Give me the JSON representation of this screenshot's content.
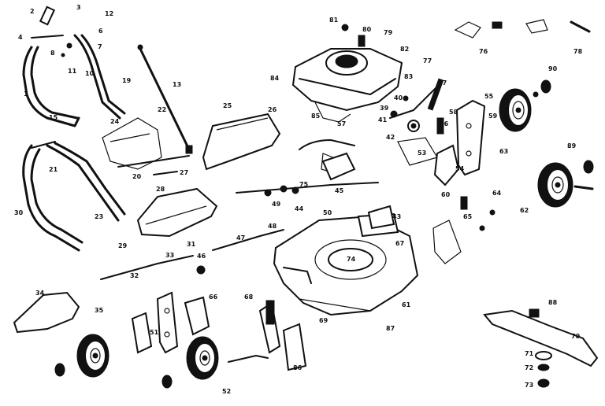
{
  "callouts": [
    {
      "id": "l-2",
      "text": "2"
    },
    {
      "id": "l-3",
      "text": "3"
    },
    {
      "id": "l-12",
      "text": "12"
    },
    {
      "id": "l-4",
      "text": "4"
    },
    {
      "id": "l-6",
      "text": "6"
    },
    {
      "id": "l-7",
      "text": "7"
    },
    {
      "id": "l-8",
      "text": "8"
    },
    {
      "id": "l-1",
      "text": "1"
    },
    {
      "id": "l-11",
      "text": "11"
    },
    {
      "id": "l-10",
      "text": "10"
    },
    {
      "id": "l-13",
      "text": "13"
    },
    {
      "id": "l-19",
      "text": "19"
    },
    {
      "id": "l-15",
      "text": "15"
    },
    {
      "id": "l-24",
      "text": "24"
    },
    {
      "id": "l-22",
      "text": "22"
    },
    {
      "id": "l-21",
      "text": "21"
    },
    {
      "id": "l-20",
      "text": "20"
    },
    {
      "id": "l-23",
      "text": "23"
    },
    {
      "id": "l-25",
      "text": "25"
    },
    {
      "id": "l-26",
      "text": "26"
    },
    {
      "id": "l-27",
      "text": "27"
    },
    {
      "id": "l-28",
      "text": "28"
    },
    {
      "id": "l-30",
      "text": "30"
    },
    {
      "id": "l-29",
      "text": "29"
    },
    {
      "id": "l-31",
      "text": "31"
    },
    {
      "id": "l-32",
      "text": "32"
    },
    {
      "id": "l-33",
      "text": "33"
    },
    {
      "id": "l-34",
      "text": "34"
    },
    {
      "id": "l-35",
      "text": "35"
    },
    {
      "id": "l-37",
      "text": "37"
    },
    {
      "id": "l-39",
      "text": "39"
    },
    {
      "id": "l-40",
      "text": "40"
    },
    {
      "id": "l-41",
      "text": "41"
    },
    {
      "id": "l-42",
      "text": "42"
    },
    {
      "id": "l-43",
      "text": "43"
    },
    {
      "id": "l-44",
      "text": "44"
    },
    {
      "id": "l-45",
      "text": "45"
    },
    {
      "id": "l-46",
      "text": "46"
    },
    {
      "id": "l-47",
      "text": "47"
    },
    {
      "id": "l-48",
      "text": "48"
    },
    {
      "id": "l-49",
      "text": "49"
    },
    {
      "id": "l-50",
      "text": "50"
    },
    {
      "id": "l-51",
      "text": "51"
    },
    {
      "id": "l-52",
      "text": "52"
    },
    {
      "id": "l-53",
      "text": "53"
    },
    {
      "id": "l-54",
      "text": "54"
    },
    {
      "id": "l-55",
      "text": "55"
    },
    {
      "id": "l-56",
      "text": "56"
    },
    {
      "id": "l-57",
      "text": "57"
    },
    {
      "id": "l-58",
      "text": "58"
    },
    {
      "id": "l-59",
      "text": "59"
    },
    {
      "id": "l-60",
      "text": "60"
    },
    {
      "id": "l-61",
      "text": "61"
    },
    {
      "id": "l-62",
      "text": "62"
    },
    {
      "id": "l-63",
      "text": "63"
    },
    {
      "id": "l-64",
      "text": "64"
    },
    {
      "id": "l-65",
      "text": "65"
    },
    {
      "id": "l-66",
      "text": "66"
    },
    {
      "id": "l-67",
      "text": "67"
    },
    {
      "id": "l-68",
      "text": "68"
    },
    {
      "id": "l-69",
      "text": "69"
    },
    {
      "id": "l-70",
      "text": "70"
    },
    {
      "id": "l-71",
      "text": "71"
    },
    {
      "id": "l-72",
      "text": "72"
    },
    {
      "id": "l-73",
      "text": "73"
    },
    {
      "id": "l-74",
      "text": "74"
    },
    {
      "id": "l-75",
      "text": "75"
    },
    {
      "id": "l-76",
      "text": "76"
    },
    {
      "id": "l-77",
      "text": "77"
    },
    {
      "id": "l-78",
      "text": "78"
    },
    {
      "id": "l-79",
      "text": "79"
    },
    {
      "id": "l-80",
      "text": "80"
    },
    {
      "id": "l-81",
      "text": "81"
    },
    {
      "id": "l-82",
      "text": "82"
    },
    {
      "id": "l-83",
      "text": "83"
    },
    {
      "id": "l-84",
      "text": "84"
    },
    {
      "id": "l-85",
      "text": "85"
    },
    {
      "id": "l-86",
      "text": "86"
    },
    {
      "id": "l-87",
      "text": "87"
    },
    {
      "id": "l-88",
      "text": "88"
    },
    {
      "id": "l-89",
      "text": "89"
    },
    {
      "id": "l-90",
      "text": "90"
    }
  ]
}
